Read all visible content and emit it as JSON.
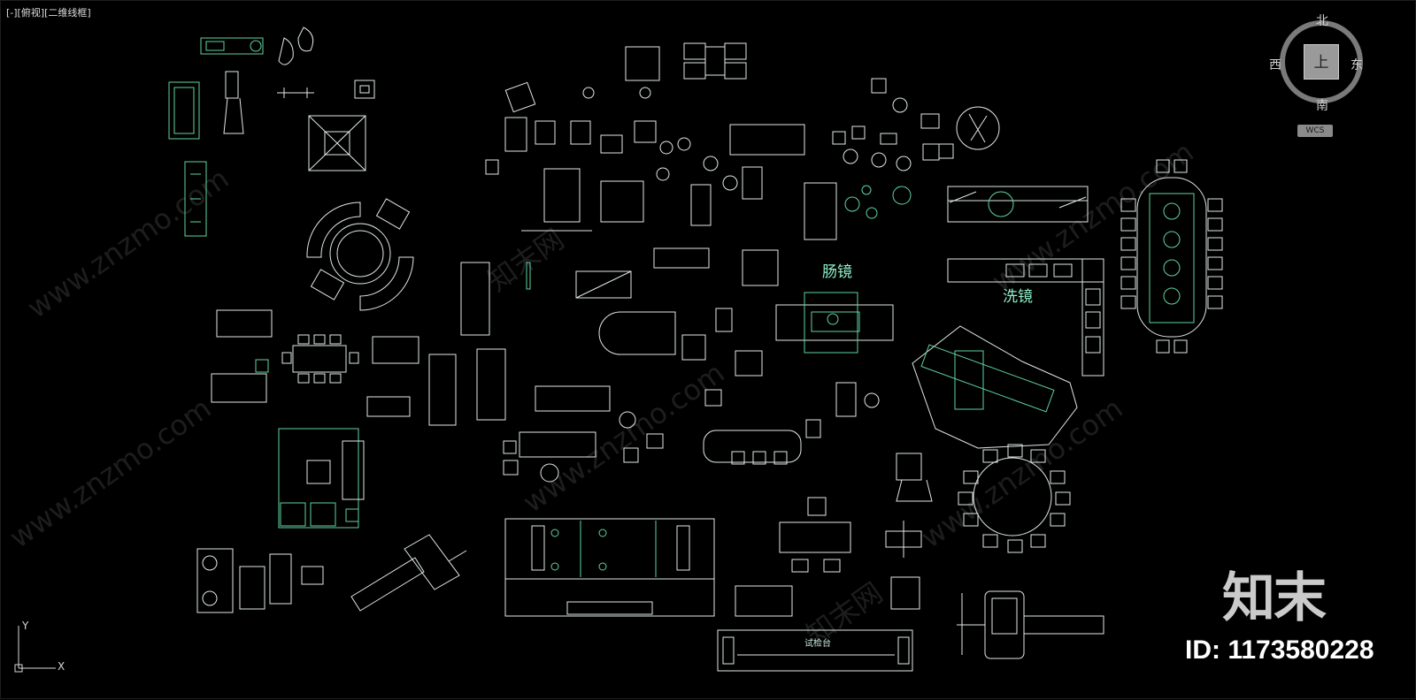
{
  "viewport": {
    "label": "[-][俯视][二维线框]"
  },
  "viewcube": {
    "north": "北",
    "south": "南",
    "east": "东",
    "west": "西",
    "face": "上",
    "wcs": "WCS"
  },
  "drawing_labels": {
    "mirror_1": "肠镜",
    "mirror_2": "洗镜",
    "exam_table": "试检台"
  },
  "ucs": {
    "y": "Y",
    "x": "X"
  },
  "watermark": {
    "site": "www.znzmo.com",
    "brand": "知末网"
  },
  "brand_mark": "知末",
  "id_label": "ID: 1173580228",
  "colors": {
    "background": "#000000",
    "line_green": "#5fd4a0",
    "line_cyan": "#52c8d8",
    "text_green": "#8ff0c8"
  }
}
